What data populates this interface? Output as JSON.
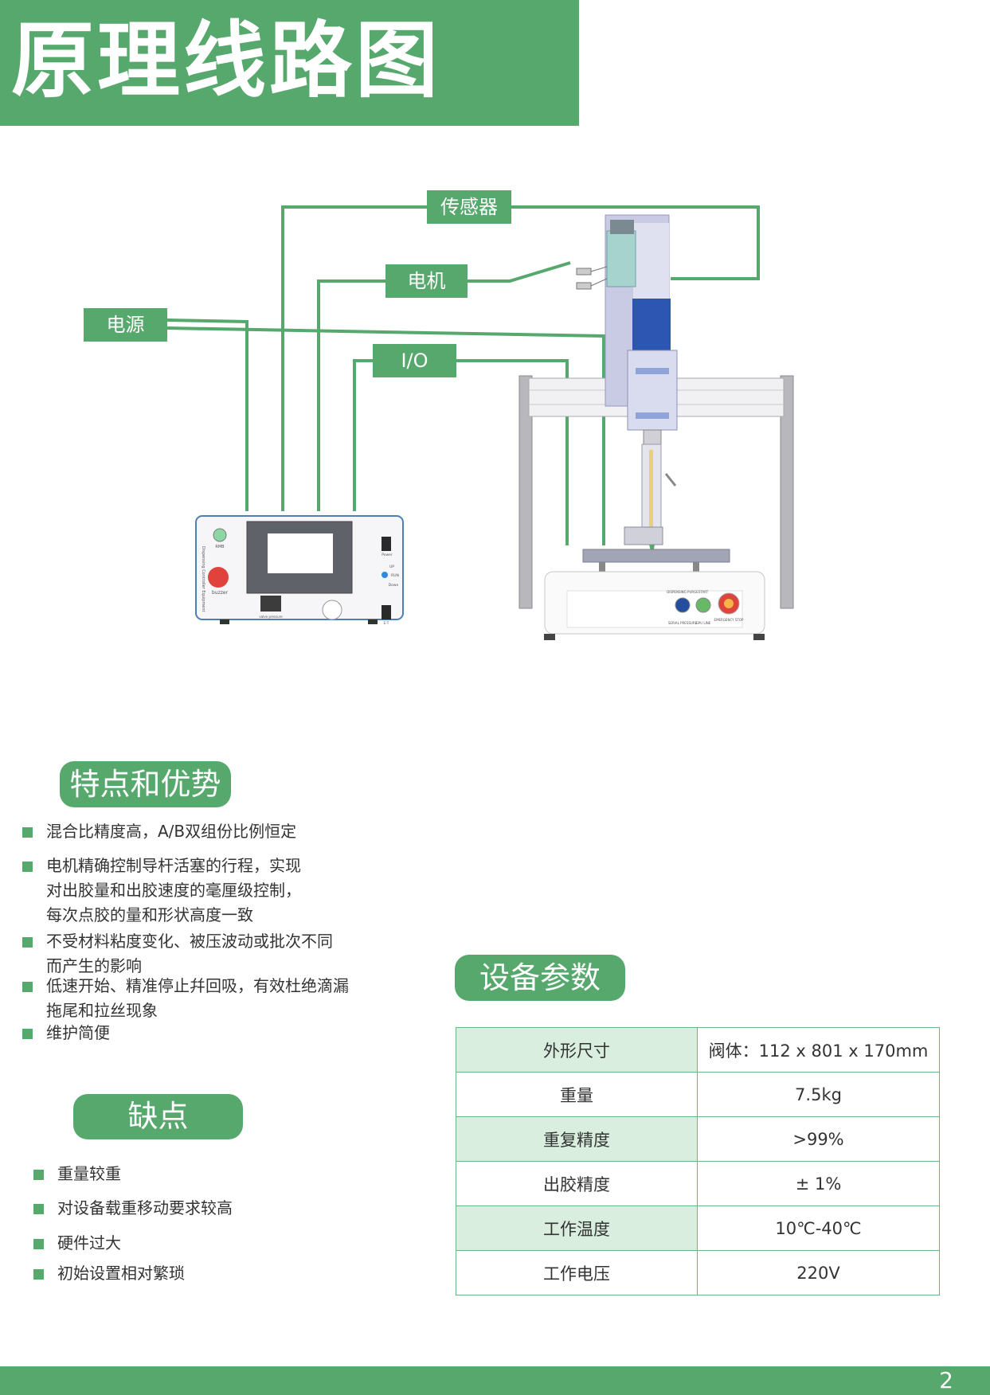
{
  "header": {
    "title": "原理线路图"
  },
  "diagram": {
    "labels": {
      "sensor": "传感器",
      "motor": "电机",
      "power": "电源",
      "io": "I/O"
    },
    "controller": {
      "indicator_label": "RMB",
      "buzzer_label": "buzzer",
      "side_label": "Dispensing Controller Equipment",
      "power_label": "Power",
      "up_label": "UP",
      "run_label": "RUN",
      "down_label": "Down",
      "valve_label": "valve pressure",
      "switch_label": "E-T"
    },
    "machine": {
      "btn1_label": "DISPENSING PURGE",
      "btn2_label": "START",
      "btn3_label": "EMERGENCY STOP",
      "port_label": "SERIAL PRESSURE",
      "port2_label": "GPU LINE"
    },
    "colors": {
      "line": "#57a86d",
      "brand": "#57a86d"
    }
  },
  "features": {
    "title": "特点和优势",
    "items": [
      {
        "lines": [
          "混合比精度高，A/B双组份比例恒定"
        ]
      },
      {
        "lines": [
          "电机精确控制导杆活塞的行程，实现",
          "对出胶量和出胶速度的毫厘级控制，",
          "每次点胶的量和形状高度一致"
        ]
      },
      {
        "lines": [
          "不受材料粘度变化、被压波动或批次不同",
          "而产生的影响"
        ]
      },
      {
        "lines": [
          "低速开始、精准停止幷回吸，有效杜绝滴漏",
          "拖尾和拉丝现象"
        ]
      },
      {
        "lines": [
          "维护简便"
        ]
      }
    ]
  },
  "drawbacks": {
    "title": "缺点",
    "items": [
      "重量较重",
      "对设备载重移动要求较高",
      "硬件过大",
      "初始设置相对繁琐"
    ]
  },
  "params": {
    "title": "设备参数",
    "rows": [
      {
        "key": "外形尺寸",
        "value": "阀体：112 x 801 x 170mm"
      },
      {
        "key": "重量",
        "value": "7.5kg"
      },
      {
        "key": "重复精度",
        "value": ">99%"
      },
      {
        "key": "出胶精度",
        "value": "± 1%"
      },
      {
        "key": "工作温度",
        "value": "10℃-40℃"
      },
      {
        "key": "工作电压",
        "value": "220V"
      }
    ]
  },
  "footer": {
    "page_number": "2"
  }
}
